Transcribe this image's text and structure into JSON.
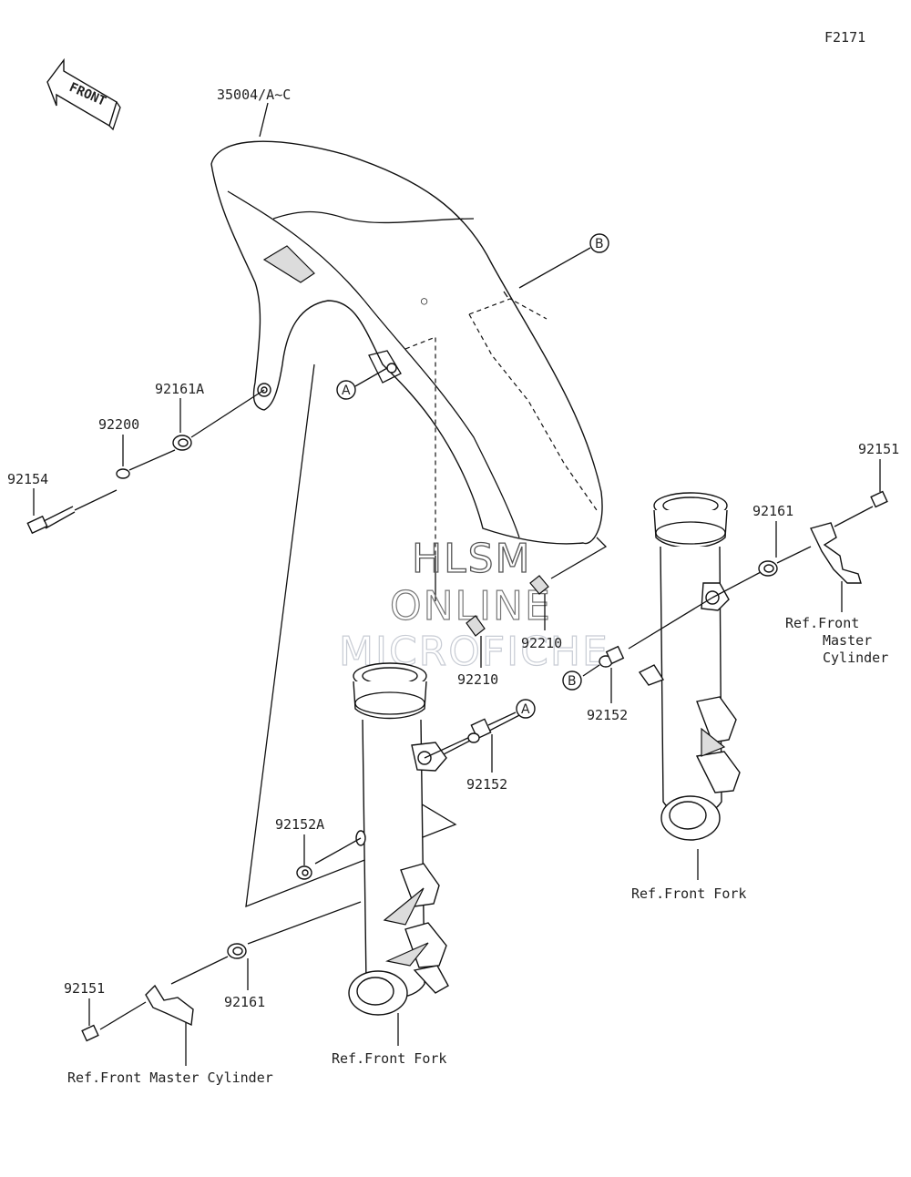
{
  "figure_code": "F2171",
  "front_label": "FRONT",
  "watermark": {
    "line1": "HLSM",
    "line2": "ONLINE",
    "line3": "MICROFICHE"
  },
  "callouts": {
    "fender": "35004/A~C",
    "p92161A": "92161A",
    "p92200": "92200",
    "p92154": "92154",
    "p92151_right": "92151",
    "p92161_right": "92161",
    "p92210_upper": "92210",
    "p92210_lower": "92210",
    "p92152_right": "92152",
    "p92152_left": "92152",
    "p92152A": "92152A",
    "p92151_left": "92151",
    "p92161_left": "92161"
  },
  "refs": {
    "master_cyl_right_1": "Ref.Front",
    "master_cyl_right_2": "Master",
    "master_cyl_right_3": "Cylinder",
    "fork_right": "Ref.Front Fork",
    "fork_left": "Ref.Front Fork",
    "master_cyl_left": "Ref.Front Master Cylinder"
  },
  "markers": {
    "a": "A",
    "b": "B"
  }
}
